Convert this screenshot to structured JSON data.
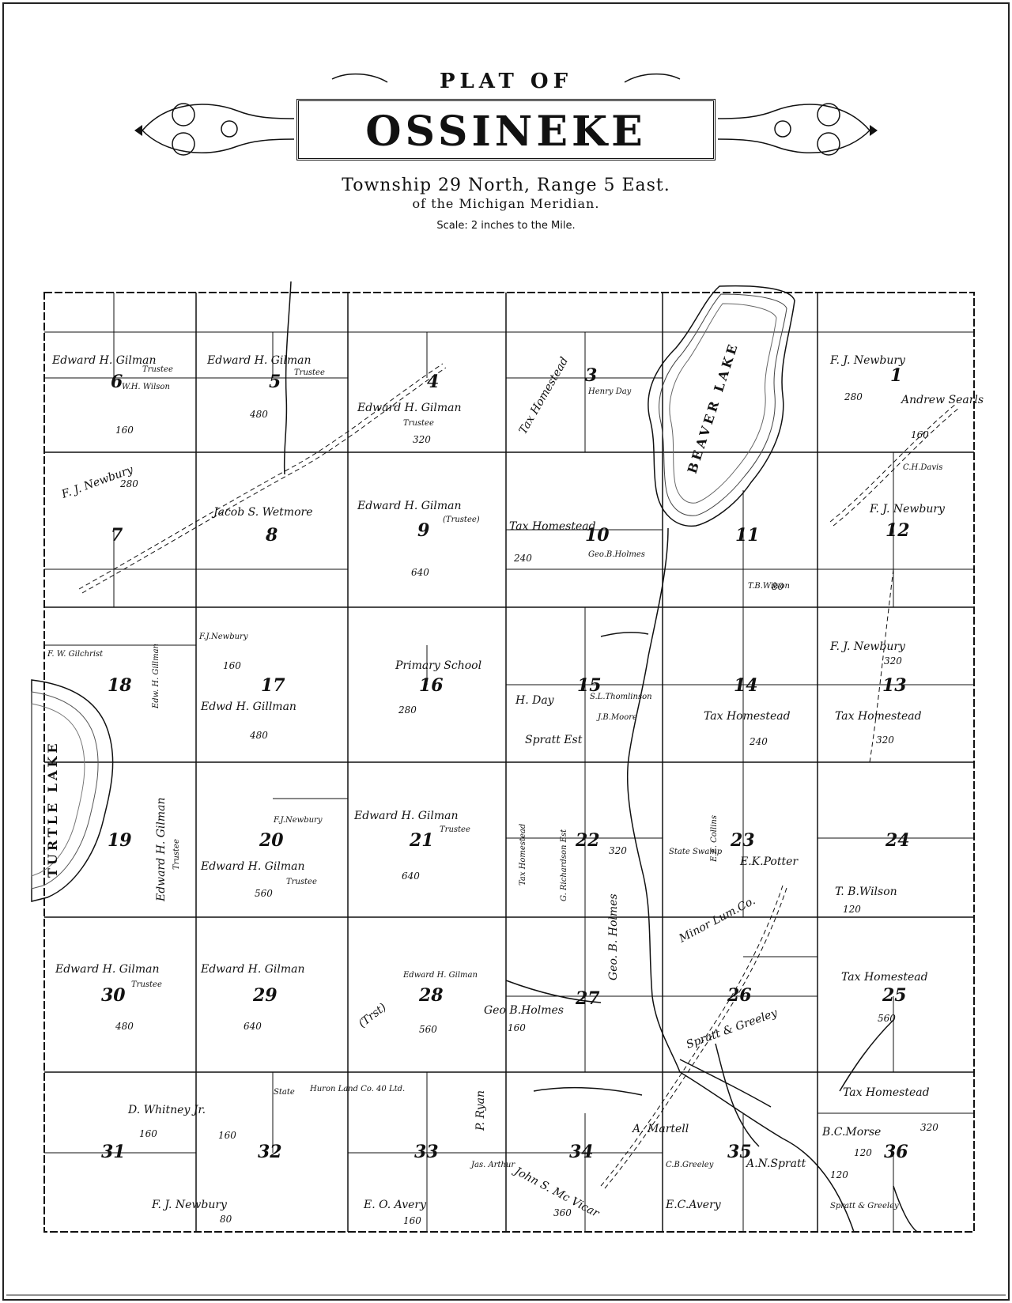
{
  "title": {
    "plat_of": "PLAT OF",
    "name": "OSSINEKE",
    "line1": "Township  29 North, Range 5 East.",
    "line2": "of the Michigan Meridian.",
    "scale": "Scale: 2 inches to the Mile."
  },
  "lakes": {
    "beaver": "BEAVER LAKE",
    "turtle": "TURTLE LAKE"
  },
  "sections": [
    {
      "num": "1"
    },
    {
      "num": "3"
    },
    {
      "num": "4"
    },
    {
      "num": "5"
    },
    {
      "num": "6"
    },
    {
      "num": "7"
    },
    {
      "num": "8"
    },
    {
      "num": "9"
    },
    {
      "num": "10"
    },
    {
      "num": "11"
    },
    {
      "num": "12"
    },
    {
      "num": "13"
    },
    {
      "num": "14"
    },
    {
      "num": "15"
    },
    {
      "num": "16"
    },
    {
      "num": "17"
    },
    {
      "num": "18"
    },
    {
      "num": "19"
    },
    {
      "num": "20"
    },
    {
      "num": "21"
    },
    {
      "num": "22"
    },
    {
      "num": "23"
    },
    {
      "num": "24"
    },
    {
      "num": "25"
    },
    {
      "num": "26"
    },
    {
      "num": "27"
    },
    {
      "num": "28"
    },
    {
      "num": "29"
    },
    {
      "num": "30"
    },
    {
      "num": "31"
    },
    {
      "num": "32"
    },
    {
      "num": "33"
    },
    {
      "num": "34"
    },
    {
      "num": "35"
    },
    {
      "num": "36"
    }
  ],
  "owners": [
    {
      "text": "Edward H. Gilman"
    },
    {
      "text": "Trustee"
    },
    {
      "text": "W.H. Wilson"
    },
    {
      "text": "Edward H. Gilman"
    },
    {
      "text": "Trustee"
    },
    {
      "text": "Edward H. Gilman"
    },
    {
      "text": "Trustee"
    },
    {
      "text": "Tax Homestead"
    },
    {
      "text": "Henry Day"
    },
    {
      "text": "F. J. Newbury"
    },
    {
      "text": "Andrew Searls"
    },
    {
      "text": "F. J. Newbury"
    },
    {
      "text": "Jacob S. Wetmore"
    },
    {
      "text": "Edward H. Gilman"
    },
    {
      "text": "(Trustee)"
    },
    {
      "text": "Tax Homestead"
    },
    {
      "text": "Geo.B.Holmes"
    },
    {
      "text": "T.B.Wilson"
    },
    {
      "text": "F. J. Newbury"
    },
    {
      "text": "C.H.Davis"
    },
    {
      "text": "F. J. Newbury"
    },
    {
      "text": "Primary School"
    },
    {
      "text": "Edwd H. Gillman"
    },
    {
      "text": "F.J.Newbury"
    },
    {
      "text": "F. W. Gilchrist"
    },
    {
      "text": "S.L.Thomlinson"
    },
    {
      "text": "J.B.Moore"
    },
    {
      "text": "Tax Homestead"
    },
    {
      "text": "Tax Homestead"
    },
    {
      "text": "Spratt Est"
    },
    {
      "text": "H. Day"
    },
    {
      "text": "Edward H. Gilman"
    },
    {
      "text": "Trustee"
    },
    {
      "text": "Edward H. Gilman"
    },
    {
      "text": "Trustee"
    },
    {
      "text": "F.J.Newbury"
    },
    {
      "text": "E.K.Potter"
    },
    {
      "text": "Minor Lum.Co."
    },
    {
      "text": "T. B.Wilson"
    },
    {
      "text": "Edward H. Gilman"
    },
    {
      "text": "Trustee"
    },
    {
      "text": "Edward H. Gilman"
    },
    {
      "text": "Edward H. Gilman"
    },
    {
      "text": "(Trst)"
    },
    {
      "text": "Geo B.Holmes"
    },
    {
      "text": "Tax Homestead"
    },
    {
      "text": "Spratt & Greeley"
    },
    {
      "text": "D. Whitney Jr."
    },
    {
      "text": "F. J. Newbury"
    },
    {
      "text": "E. O. Avery"
    },
    {
      "text": "John S. Mc Vicar"
    },
    {
      "text": "A. Martell"
    },
    {
      "text": "A.N.Spratt"
    },
    {
      "text": "C.B.Greeley"
    },
    {
      "text": "E.C.Avery"
    },
    {
      "text": "B.C.Morse"
    },
    {
      "text": "Tax Homestead"
    },
    {
      "text": "Spratt & Greeley"
    },
    {
      "text": "Huron Land Co. 40 Ltd."
    },
    {
      "text": "State"
    },
    {
      "text": "P. Ryan"
    },
    {
      "text": "Jas. Arthur"
    },
    {
      "text": "Geo. B. Holmes"
    },
    {
      "text": "G. Richardson Est"
    },
    {
      "text": "Tax Homestead"
    },
    {
      "text": "Edw. H. Gillman"
    },
    {
      "text": "Edward H. Gilman"
    },
    {
      "text": "Trustee"
    },
    {
      "text": "State Swamp"
    },
    {
      "text": "E.E. Collins"
    }
  ],
  "acres": [
    {
      "text": "160"
    },
    {
      "text": "480"
    },
    {
      "text": "320"
    },
    {
      "text": "280"
    },
    {
      "text": "160"
    },
    {
      "text": "280"
    },
    {
      "text": "640"
    },
    {
      "text": "240"
    },
    {
      "text": "80"
    },
    {
      "text": "320"
    },
    {
      "text": "480"
    },
    {
      "text": "160"
    },
    {
      "text": "280"
    },
    {
      "text": "240"
    },
    {
      "text": "320"
    },
    {
      "text": "560"
    },
    {
      "text": "640"
    },
    {
      "text": "320"
    },
    {
      "text": "120"
    },
    {
      "text": "480"
    },
    {
      "text": "640"
    },
    {
      "text": "560"
    },
    {
      "text": "560"
    },
    {
      "text": "160"
    },
    {
      "text": "160"
    },
    {
      "text": "160"
    },
    {
      "text": "360"
    },
    {
      "text": "80"
    },
    {
      "text": "320"
    },
    {
      "text": "120"
    },
    {
      "text": "120"
    },
    {
      "text": "160"
    }
  ]
}
